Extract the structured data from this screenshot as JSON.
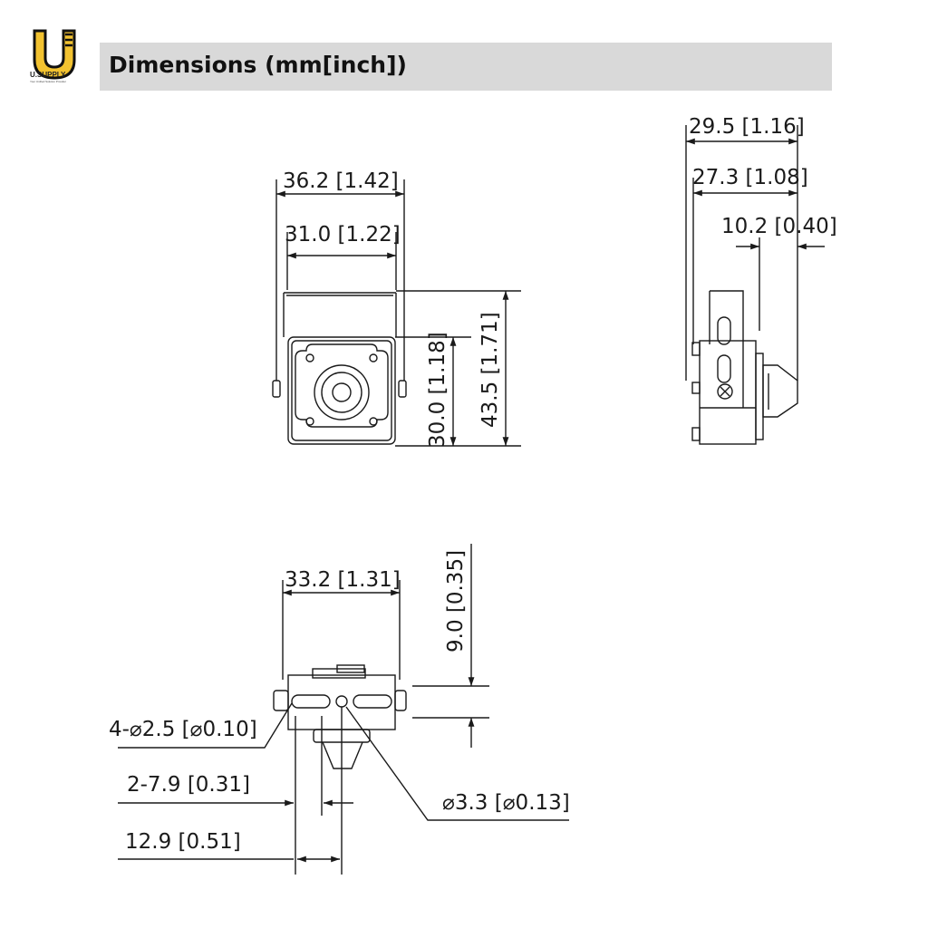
{
  "brand": {
    "logo_text": "U.SUPPLY",
    "logo_subtext": "Your Unified Solution Provider"
  },
  "header": {
    "title": "Dimensions (mm[inch])"
  },
  "front_view": {
    "width_outer": "36.2 [1.42]",
    "width_inner": "31.0 [1.22]",
    "height_body": "30.0 [1.18]",
    "height_total": "43.5 [1.71]"
  },
  "side_view": {
    "depth_total": "29.5 [1.16]",
    "depth_body": "27.3 [1.08]",
    "lens_depth": "10.2 [0.40]"
  },
  "bottom_view": {
    "width": "33.2 [1.31]",
    "bracket_height": "9.0 [0.35]",
    "mount_holes": "4-⌀2.5 [⌀0.10]",
    "slot_spacing": "2-7.9 [0.31]",
    "center_hole": "⌀3.3 [⌀0.13]",
    "offset": "12.9 [0.51]"
  },
  "colors": {
    "header_bg": "#d9d9d9",
    "logo_yellow": "#f2c230",
    "line": "#1a1a1a"
  }
}
